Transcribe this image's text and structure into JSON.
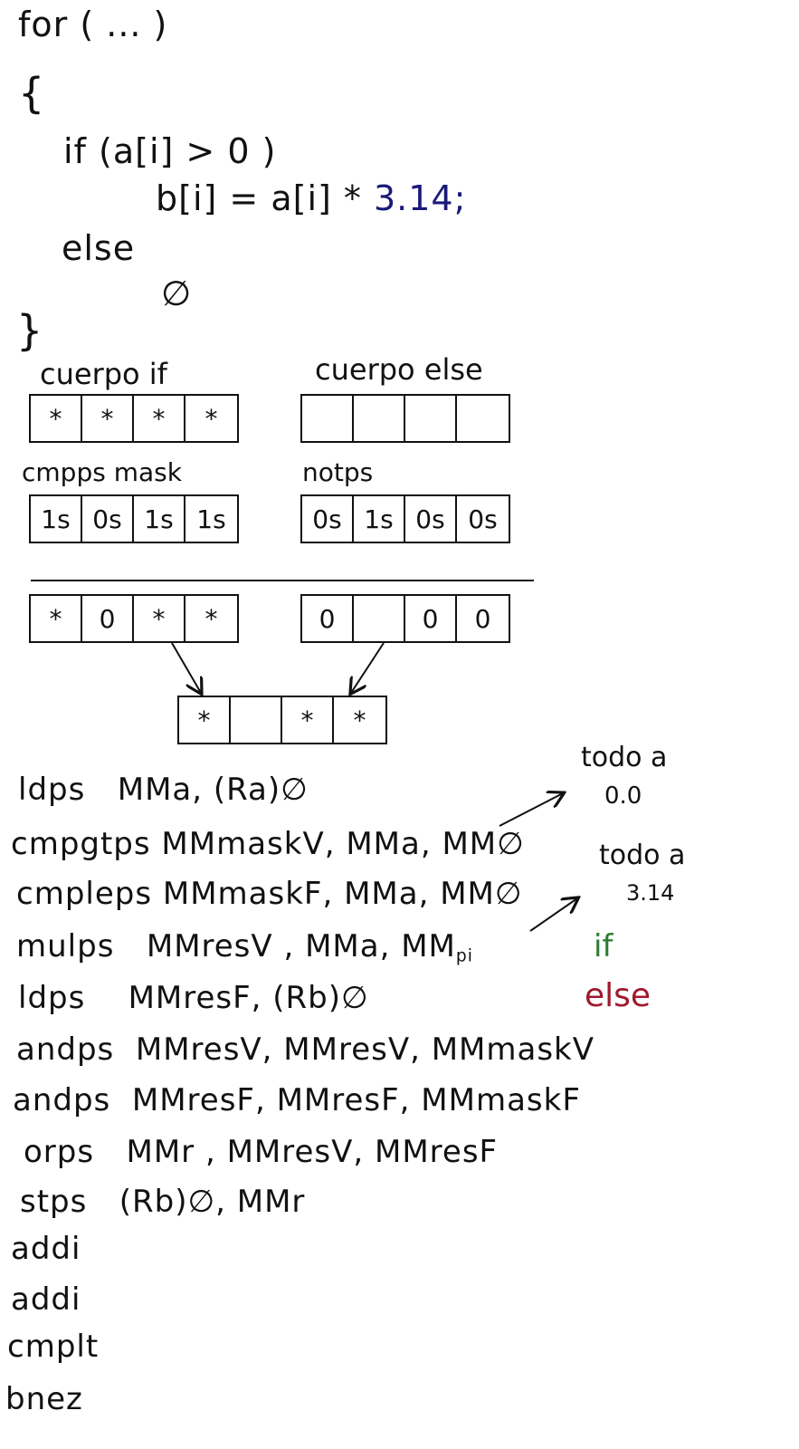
{
  "code": {
    "line1": "for ( ... )",
    "open_brace": "{",
    "if_line": "if (a[i] > 0 )",
    "assign_line": "b[i] = a[i] *",
    "const": "3.14;",
    "else_line": "else",
    "empty_symbol": "∅",
    "close_brace": "}"
  },
  "diagram": {
    "label_if": "cuerpo if",
    "label_else": "cuerpo else",
    "label_mask": "cmpps mask",
    "label_not": "notps",
    "if_cells": [
      "*",
      "*",
      "*",
      "*"
    ],
    "else_cells": [
      "",
      "",
      "",
      ""
    ],
    "mask_cells": [
      "1s",
      "0s",
      "1s",
      "1s"
    ],
    "not_cells": [
      "0s",
      "1s",
      "0s",
      "0s"
    ],
    "res_if_cells": [
      "*",
      "0",
      "*",
      "*"
    ],
    "res_else_cells": [
      "0",
      "",
      "0",
      "0"
    ],
    "merged_cells": [
      "*",
      "",
      "*",
      "*"
    ]
  },
  "asm": [
    {
      "op": "ldps",
      "args": "MMa, (Ra)∅"
    },
    {
      "op": "cmpgtps",
      "args": "MMmaskV, MMa, MM∅"
    },
    {
      "op": "cmpleps",
      "args": "MMmaskF, MMa, MM∅"
    },
    {
      "op": "mulps",
      "args": "MMresV , MMa, MM"
    },
    {
      "op": "ldps",
      "args": "MMresF, (Rb)∅"
    },
    {
      "op": "andps",
      "args": "MMresV, MMresV, MMmaskV"
    },
    {
      "op": "andps",
      "args": "MMresF, MMresF, MMmaskF"
    },
    {
      "op": "orps",
      "args": "MMr , MMresV, MMresF"
    },
    {
      "op": "stps",
      "args": "(Rb)∅, MMr"
    },
    {
      "op": "addi",
      "args": ""
    },
    {
      "op": "addi",
      "args": ""
    },
    {
      "op": "cmplt",
      "args": ""
    },
    {
      "op": "bnez",
      "args": ""
    }
  ],
  "asm_sub_pi": "pi",
  "notes": {
    "todo_zero_1": "todo a",
    "todo_zero_2": "0.0",
    "todo_pi_1": "todo a",
    "todo_pi_2": "3.14",
    "legend_if": "if",
    "legend_else": "else"
  },
  "colors": {
    "ink": "#111111",
    "const": "#1a1a7a",
    "if": "#2e7d32",
    "else": "#a0182d"
  }
}
